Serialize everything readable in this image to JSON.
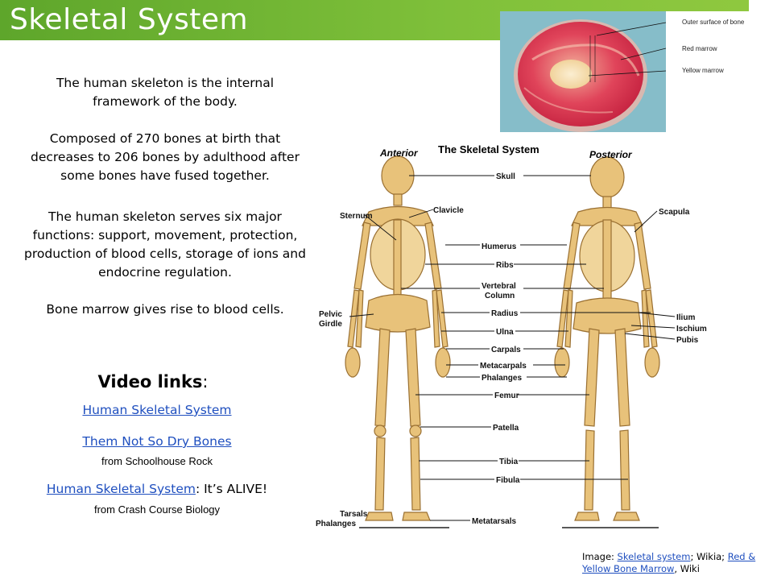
{
  "title": "Skeletal System",
  "body": {
    "p1": "The human skeleton is the internal framework of the body.",
    "p2": "Composed of 270 bones at birth that decreases to 206 bones by adulthood after some bones have fused together.",
    "p3": "The human skeleton serves six major functions: support, movement, protection, production of blood cells, storage of ions and endocrine regulation.",
    "p4": "Bone marrow gives rise to blood cells."
  },
  "video": {
    "heading": "Video links",
    "colon": ":",
    "link1": "Human Skeletal System",
    "link2": "Them Not So Dry Bones",
    "link2_source": "from Schoolhouse Rock",
    "link3": "Human Skeletal System",
    "link3_suffix": ": It’s ALIVE!",
    "link3_source": "from  Crash Course Biology"
  },
  "marrow_image": {
    "labels": [
      "Outer surface of bone",
      "Red marrow",
      "Yellow marrow"
    ]
  },
  "skeleton_image": {
    "title": "The Skeletal System",
    "anterior": "Anterior",
    "posterior": "Posterior",
    "labels_center": [
      "Skull",
      "Humerus",
      "Ribs",
      "Vertebral",
      "Column",
      "Radius",
      "Ulna",
      "Carpals",
      "Metacarpals",
      "Phalanges",
      "Femur",
      "Patella",
      "Tibia",
      "Fibula",
      "Metatarsals"
    ],
    "labels_left": [
      "Sternum",
      "Clavicle",
      "Pelvic",
      "Girdle",
      "Tarsals",
      "Phalanges"
    ],
    "labels_right": [
      "Scapula",
      "Ilium",
      "Ischium",
      "Pubis"
    ]
  },
  "credit": {
    "prefix": "Image: ",
    "link1": "Skeletal system",
    "mid": ";  Wikia; ",
    "link2": "Red & Yellow Bone Marrow",
    "suffix": ", Wiki"
  },
  "colors": {
    "title_bar": "#6fb535",
    "link": "#1f4fbf",
    "bone": "#e8c27a"
  }
}
